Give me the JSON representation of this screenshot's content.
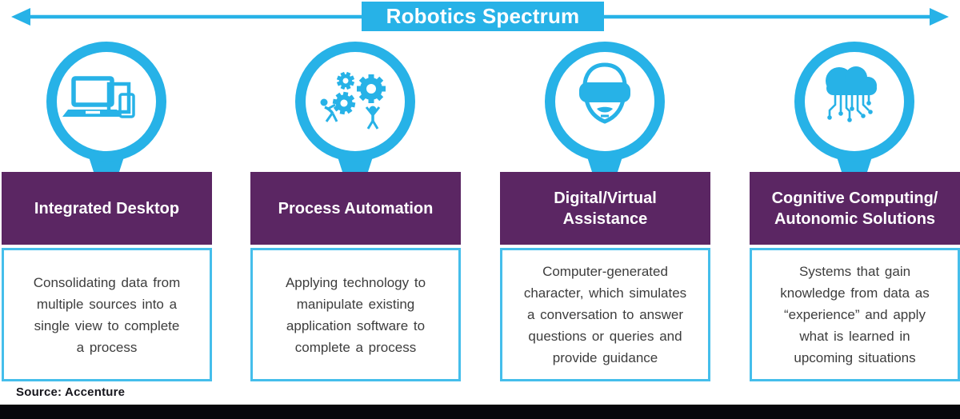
{
  "spectrum": {
    "label": "Robotics Spectrum"
  },
  "colors": {
    "cyan": "#27B2E7",
    "purple": "#5B2663",
    "box_border": "#45BEEB",
    "description_text": "#3D3D3D",
    "footer_bar": "#07070c"
  },
  "columns": [
    {
      "icon": "devices-desktop-icon",
      "title": "Integrated Desktop",
      "description": "Consolidating data from\nmultiple sources into a\nsingle view to complete\na process"
    },
    {
      "icon": "gears-automation-icon",
      "title": "Process Automation",
      "description": "Applying technology to\nmanipulate existing\napplication software to\ncomplete a process"
    },
    {
      "icon": "vr-headset-face-icon",
      "title": "Digital/Virtual\nAssistance",
      "description": "Computer-generated\ncharacter, which simulates\na conversation to answer\nquestions or queries and\nprovide guidance"
    },
    {
      "icon": "cloud-circuit-icon",
      "title": "Cognitive Computing/\nAutonomic Solutions",
      "description": "Systems that gain\nknowledge from data as\n“experience” and apply\nwhat is learned in\nupcoming situations"
    }
  ],
  "source": {
    "label": "Source: Accenture"
  }
}
